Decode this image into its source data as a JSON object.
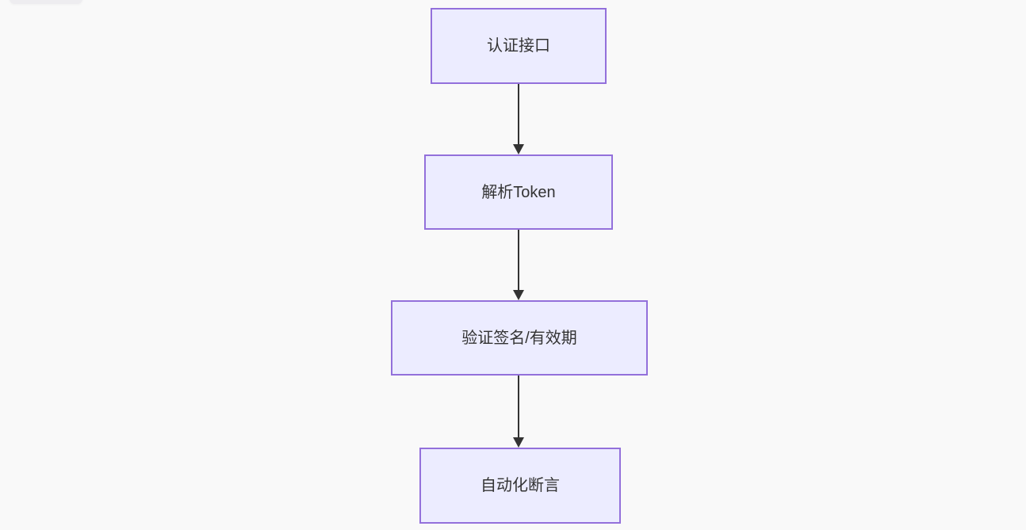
{
  "canvas": {
    "background_color": "#f9f9f9"
  },
  "flowchart": {
    "type": "flowchart",
    "direction": "top-down",
    "style": {
      "node_fill": "#ececff",
      "node_border": "#9370db",
      "text_color": "#333333",
      "edge_color": "#333333"
    },
    "nodes": [
      {
        "id": "auth-api",
        "label": "认证接口"
      },
      {
        "id": "parse-token",
        "label": "解析Token"
      },
      {
        "id": "verify-signature",
        "label": "验证签名/有效期"
      },
      {
        "id": "auto-assert",
        "label": "自动化断言"
      }
    ],
    "edges": [
      {
        "from": "认证接口",
        "to": "解析Token"
      },
      {
        "from": "解析Token",
        "to": "验证签名/有效期"
      },
      {
        "from": "验证签名/有效期",
        "to": "自动化断言"
      }
    ]
  }
}
